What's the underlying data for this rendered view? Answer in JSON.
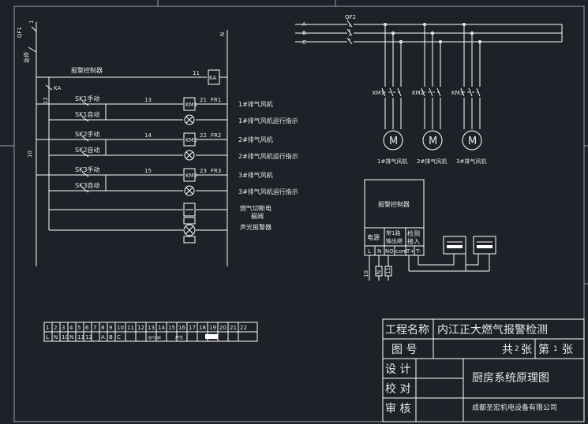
{
  "left_rail": {
    "qf1": "QF1",
    "qf1_pole": "1",
    "urgent": "急停",
    "rail_label": "10",
    "wire_12": "12"
  },
  "control": {
    "alarm_controller": "报警控制器",
    "ka": "KA",
    "n11": "11",
    "ka_coil": "KA",
    "rows": [
      {
        "manual": "SK1手动",
        "auto": "SK1自动",
        "wire": "13",
        "coil": "KM1",
        "coil_wire": "21",
        "fr": "FR1",
        "load": "1#排气风机",
        "indicator": "1#排气风机运行指示"
      },
      {
        "manual": "SK2手动",
        "auto": "SK2自动",
        "wire": "14",
        "coil": "KM2",
        "coil_wire": "22",
        "fr": "FR2",
        "load": "2#排气风机",
        "indicator": "2#排气风机运行指示"
      },
      {
        "manual": "SK3手动",
        "auto": "SK3自动",
        "wire": "15",
        "coil": "KM3",
        "coil_wire": "23",
        "fr": "FR3",
        "load": "3#排气风机",
        "indicator": "3#排气风机运行指示"
      }
    ],
    "gas_valve": "燃气切断电磁阀",
    "gas_valve_line1": "燃气切断电",
    "gas_valve_line2": "磁阀",
    "siren": "声光报警器",
    "right_rail": "N"
  },
  "power": {
    "qf2": "QF2",
    "phases": [
      "A",
      "B",
      "C"
    ],
    "contactors": [
      "KM1",
      "KM2",
      "KM3"
    ],
    "motor_symbol": "M",
    "fans": [
      "1#排气风机",
      "2#排气风机",
      "3#排气风机"
    ]
  },
  "controller_box": {
    "title": "报警控制器",
    "col_power": "电源",
    "col_out_1": "常1路",
    "col_out_2": "输出继",
    "col_det_1": "检测",
    "col_det_2": "接入",
    "terminals": [
      "L",
      "N",
      "NO",
      "com",
      "T+",
      "T-"
    ],
    "wire_labels": [
      "10",
      "N",
      "11"
    ]
  },
  "terminal_strip": {
    "numbers": [
      "1",
      "2",
      "3",
      "4",
      "5",
      "6",
      "7",
      "8",
      "9",
      "10",
      "11",
      "12",
      "13",
      "14",
      "15",
      "16",
      "17",
      "18",
      "19",
      "20",
      "21",
      "22"
    ],
    "assign": [
      "L",
      "N",
      "10",
      "N",
      "11",
      "12",
      "",
      "A",
      "B",
      "C"
    ],
    "small_marks": [
      "燃气切断",
      "声光"
    ]
  },
  "title_block": {
    "project_label": "工程名称",
    "project_name": "内江正大燃气报警检测",
    "drawing_no_label": "图  号",
    "total_sheets": "共",
    "total_num": "2",
    "sheet_unit": "张",
    "sheet_no": "第",
    "sheet_num": "1",
    "sheet_unit2": "张",
    "design": "设  计",
    "check": "校  对",
    "review": "审  核",
    "drawing_title": "厨房系统原理图",
    "company": "成都圣宏机电设备有限公司"
  }
}
